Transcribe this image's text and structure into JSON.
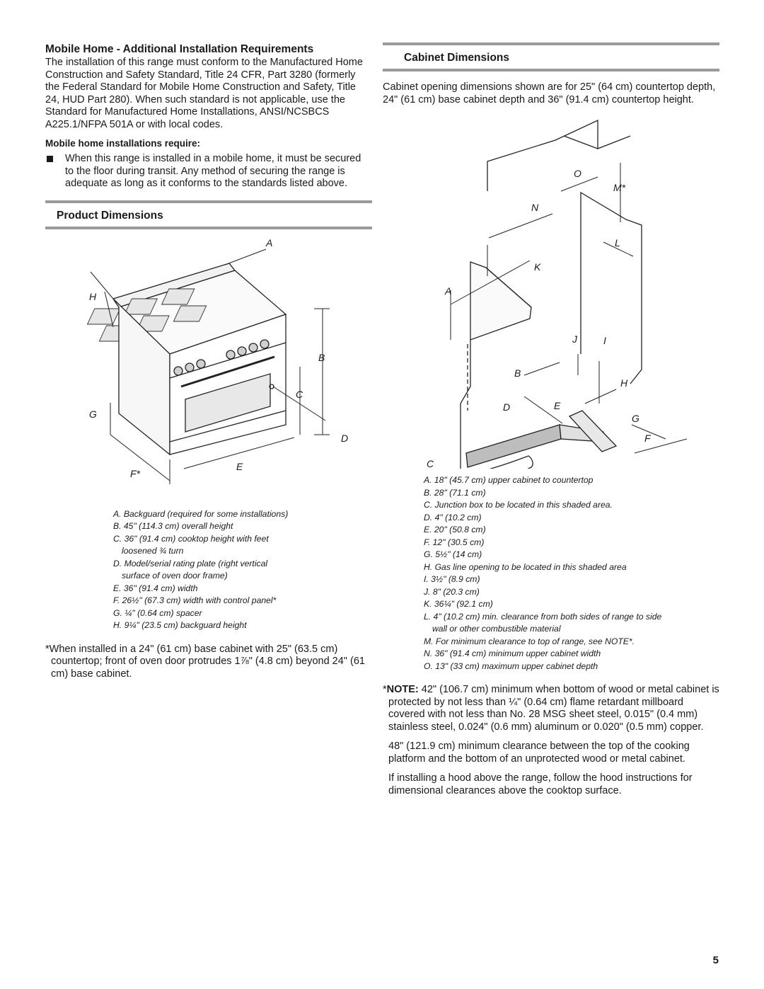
{
  "mobile_home": {
    "title": "Mobile Home - Additional Installation Requirements",
    "intro": "The installation of this range must conform to the Manufactured Home Construction and Safety Standard, Title 24 CFR, Part 3280 (formerly the Federal Standard for Mobile Home Construction and Safety, Title 24, HUD Part 280). When such standard is not applicable, use the Standard for Manufactured Home Installations, ANSI/NCSBCS A225.1/NFPA 501A or with local codes.",
    "subhead": "Mobile home installations require:",
    "bullet": "When this range is installed in a mobile home, it must be secured to the floor during transit. Any method of securing the range is adequate as long as it conforms to the standards listed above."
  },
  "product_dimensions": {
    "title": "Product Dimensions",
    "labels": {
      "A": "A",
      "B": "B",
      "C": "C",
      "D": "D",
      "E": "E",
      "F": "F*",
      "G": "G",
      "H": "H"
    },
    "legend": [
      "A. Backguard (required for some installations)",
      "B. 45\" (114.3 cm) overall height",
      "C. 36\" (91.4 cm) cooktop height with feet",
      "loosened ¾ turn",
      "D. Model/serial rating plate (right vertical",
      "surface of oven door frame)",
      "E. 36\" (91.4 cm) width",
      "F. 26½\" (67.3 cm) width with control panel*",
      "G. ¼\" (0.64 cm) spacer",
      "H. 9¼\" (23.5 cm) backguard height"
    ],
    "footnote": "*When installed in a 24\" (61 cm) base cabinet with 25\" (63.5 cm) countertop; front of oven door protrudes 1⅞\" (4.8 cm) beyond 24\" (61 cm) base cabinet."
  },
  "cabinet_dimensions": {
    "title": "Cabinet Dimensions",
    "intro": "Cabinet opening dimensions shown are for 25\" (64 cm) countertop depth, 24\" (61 cm) base cabinet depth and 36\" (91.4 cm) countertop height.",
    "labels": {
      "A": "A",
      "B": "B",
      "C": "C",
      "D": "D",
      "E": "E",
      "F": "F",
      "G": "G",
      "H": "H",
      "I": "I",
      "J": "J",
      "K": "K",
      "L": "L",
      "M": "M*",
      "N": "N",
      "O": "O"
    },
    "legend": [
      "A. 18\" (45.7 cm) upper cabinet to countertop",
      "B. 28\" (71.1 cm)",
      "C. Junction box to be located in this shaded area.",
      "D. 4\" (10.2 cm)",
      "E. 20\" (50.8 cm)",
      "F. 12\" (30.5 cm)",
      "G. 5½\" (14 cm)",
      "H. Gas line opening to be located in this shaded area",
      "I. 3½\" (8.9 cm)",
      "J. 8\" (20.3 cm)",
      "K. 36¼\" (92.1 cm)",
      "L. 4\" (10.2 cm) min. clearance from both sides of range to side",
      "wall or other combustible material",
      "M. For minimum clearance to top of range, see NOTE*.",
      "N. 36\" (91.4 cm) minimum upper cabinet width",
      "O. 13\" (33 cm) maximum upper cabinet depth"
    ],
    "note_prefix": "*",
    "note_bold": "NOTE:",
    "note_text": " 42\" (106.7 cm) minimum when bottom of wood or metal cabinet is protected by not less than ¼\" (0.64 cm) flame retardant millboard covered with not less than No. 28 MSG sheet steel, 0.015\" (0.4 mm) stainless steel, 0.024\" (0.6 mm) aluminum or 0.020\" (0.5 mm) copper.",
    "para2": "48\" (121.9 cm) minimum clearance between the top of the cooking platform and the bottom of an unprotected wood or metal cabinet.",
    "para3": "If installing a hood above the range, follow the hood instructions for dimensional clearances above the cooktop surface."
  },
  "page_number": "5"
}
